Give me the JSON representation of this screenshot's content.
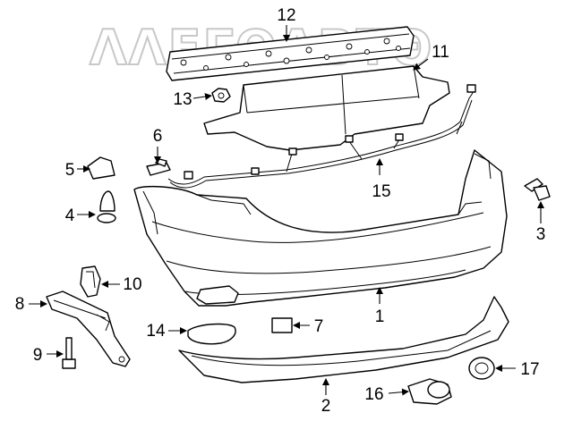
{
  "watermark": {
    "text": "ΛΛΕΓΘΛΒΤΘ"
  },
  "callouts": [
    {
      "id": "c1",
      "label": "1"
    },
    {
      "id": "c2",
      "label": "2"
    },
    {
      "id": "c3",
      "label": "3"
    },
    {
      "id": "c4",
      "label": "4"
    },
    {
      "id": "c5",
      "label": "5"
    },
    {
      "id": "c6",
      "label": "6"
    },
    {
      "id": "c7",
      "label": "7"
    },
    {
      "id": "c8",
      "label": "8"
    },
    {
      "id": "c9",
      "label": "9"
    },
    {
      "id": "c10",
      "label": "10"
    },
    {
      "id": "c11",
      "label": "11"
    },
    {
      "id": "c12",
      "label": "12"
    },
    {
      "id": "c13",
      "label": "13"
    },
    {
      "id": "c14",
      "label": "14"
    },
    {
      "id": "c15",
      "label": "15"
    },
    {
      "id": "c16",
      "label": "16"
    },
    {
      "id": "c17",
      "label": "17"
    }
  ],
  "colors": {
    "line": "#000000",
    "background": "#ffffff",
    "watermark": "#c8c8c8"
  }
}
